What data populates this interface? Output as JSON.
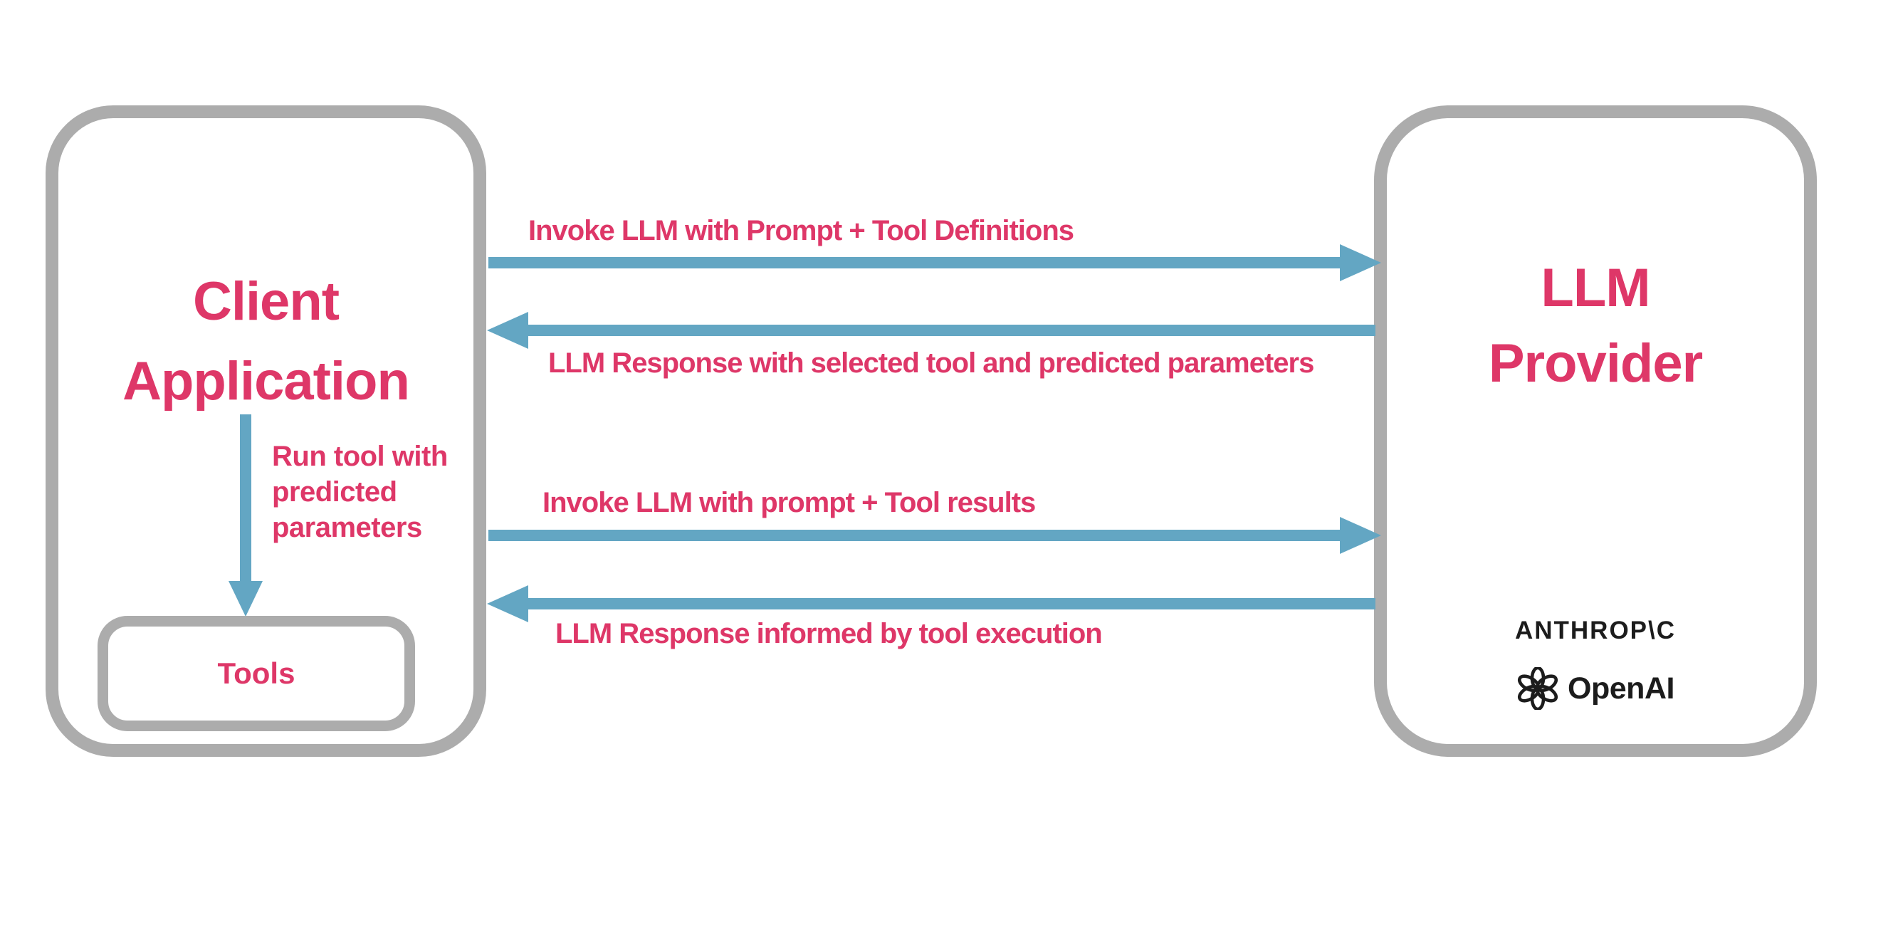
{
  "colors": {
    "accent_pink": "#DE3768",
    "arrow_blue": "#63A6C3",
    "border_gray": "#ACACAC",
    "logo_dark": "#1C1C1C"
  },
  "client_box": {
    "title": "Client\nApplication"
  },
  "tools_box": {
    "label": "Tools"
  },
  "llm_box": {
    "title": "LLM\nProvider",
    "providers": {
      "anthropic": "ANTHROP\\C",
      "openai": "OpenAI"
    }
  },
  "run_tool": {
    "label": "Run tool with\npredicted\nparameters"
  },
  "flows": [
    {
      "label": "Invoke LLM with Prompt + Tool Definitions",
      "direction": "right"
    },
    {
      "label": "LLM Response with selected tool and predicted parameters",
      "direction": "left"
    },
    {
      "label": "Invoke LLM with prompt + Tool results",
      "direction": "right"
    },
    {
      "label": "LLM Response informed by tool execution",
      "direction": "left"
    }
  ]
}
